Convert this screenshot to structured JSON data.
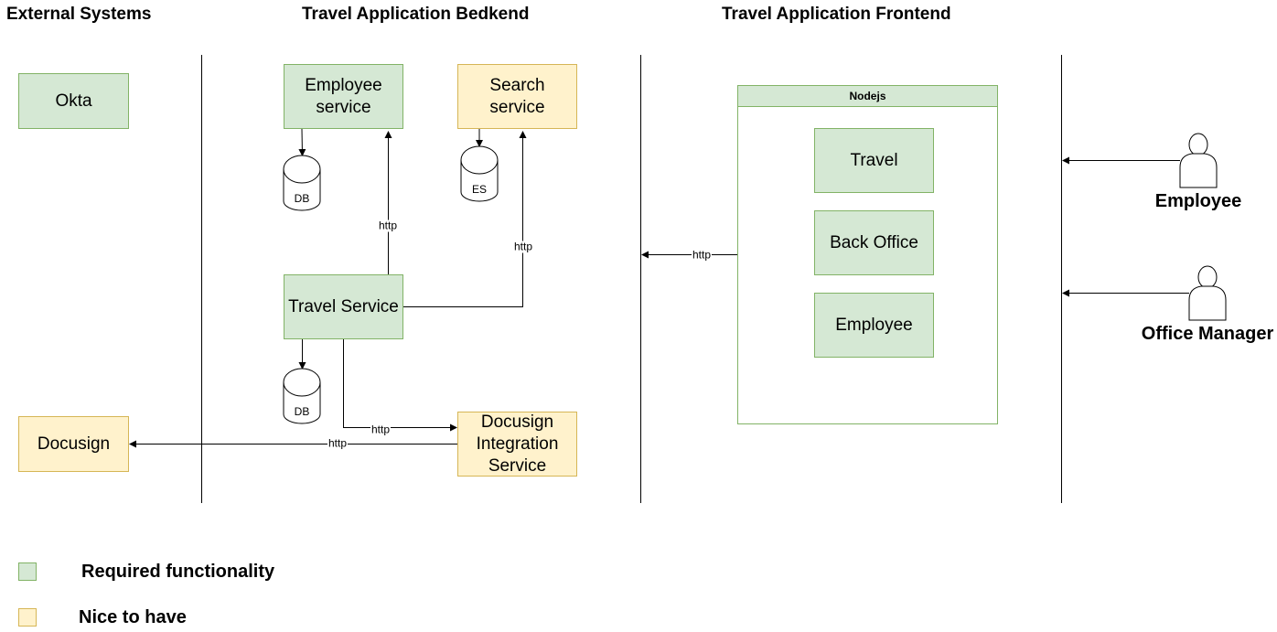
{
  "columns": {
    "external": "External Systems",
    "backend": "Travel Application Bedkend",
    "frontend": "Travel Application Frontend"
  },
  "external_systems": {
    "okta": "Okta",
    "docusign": "Docusign"
  },
  "backend": {
    "employee_service": "Employee service",
    "search_service": "Search service",
    "travel_service": "Travel Service",
    "docusign_integration": "Docusign Integration Service",
    "db_employee": "DB",
    "db_travel": "DB",
    "es": "ES"
  },
  "frontend": {
    "container_title": "Nodejs",
    "modules": [
      "Travel",
      "Back Office",
      "Employee"
    ]
  },
  "actors": {
    "employee": "Employee",
    "office_manager": "Office Manager"
  },
  "edge_labels": {
    "travel_to_employee": "http",
    "travel_to_search": "http",
    "travel_to_docusign_integration": "http",
    "docusign_integration_to_docusign": "http",
    "frontend_to_backend": "http"
  },
  "legend": {
    "required": "Required functionality",
    "nice": "Nice to have"
  },
  "colors": {
    "required_fill": "#d5e8d4",
    "required_stroke": "#82b366",
    "nice_fill": "#fff2cc",
    "nice_stroke": "#d6b656"
  }
}
